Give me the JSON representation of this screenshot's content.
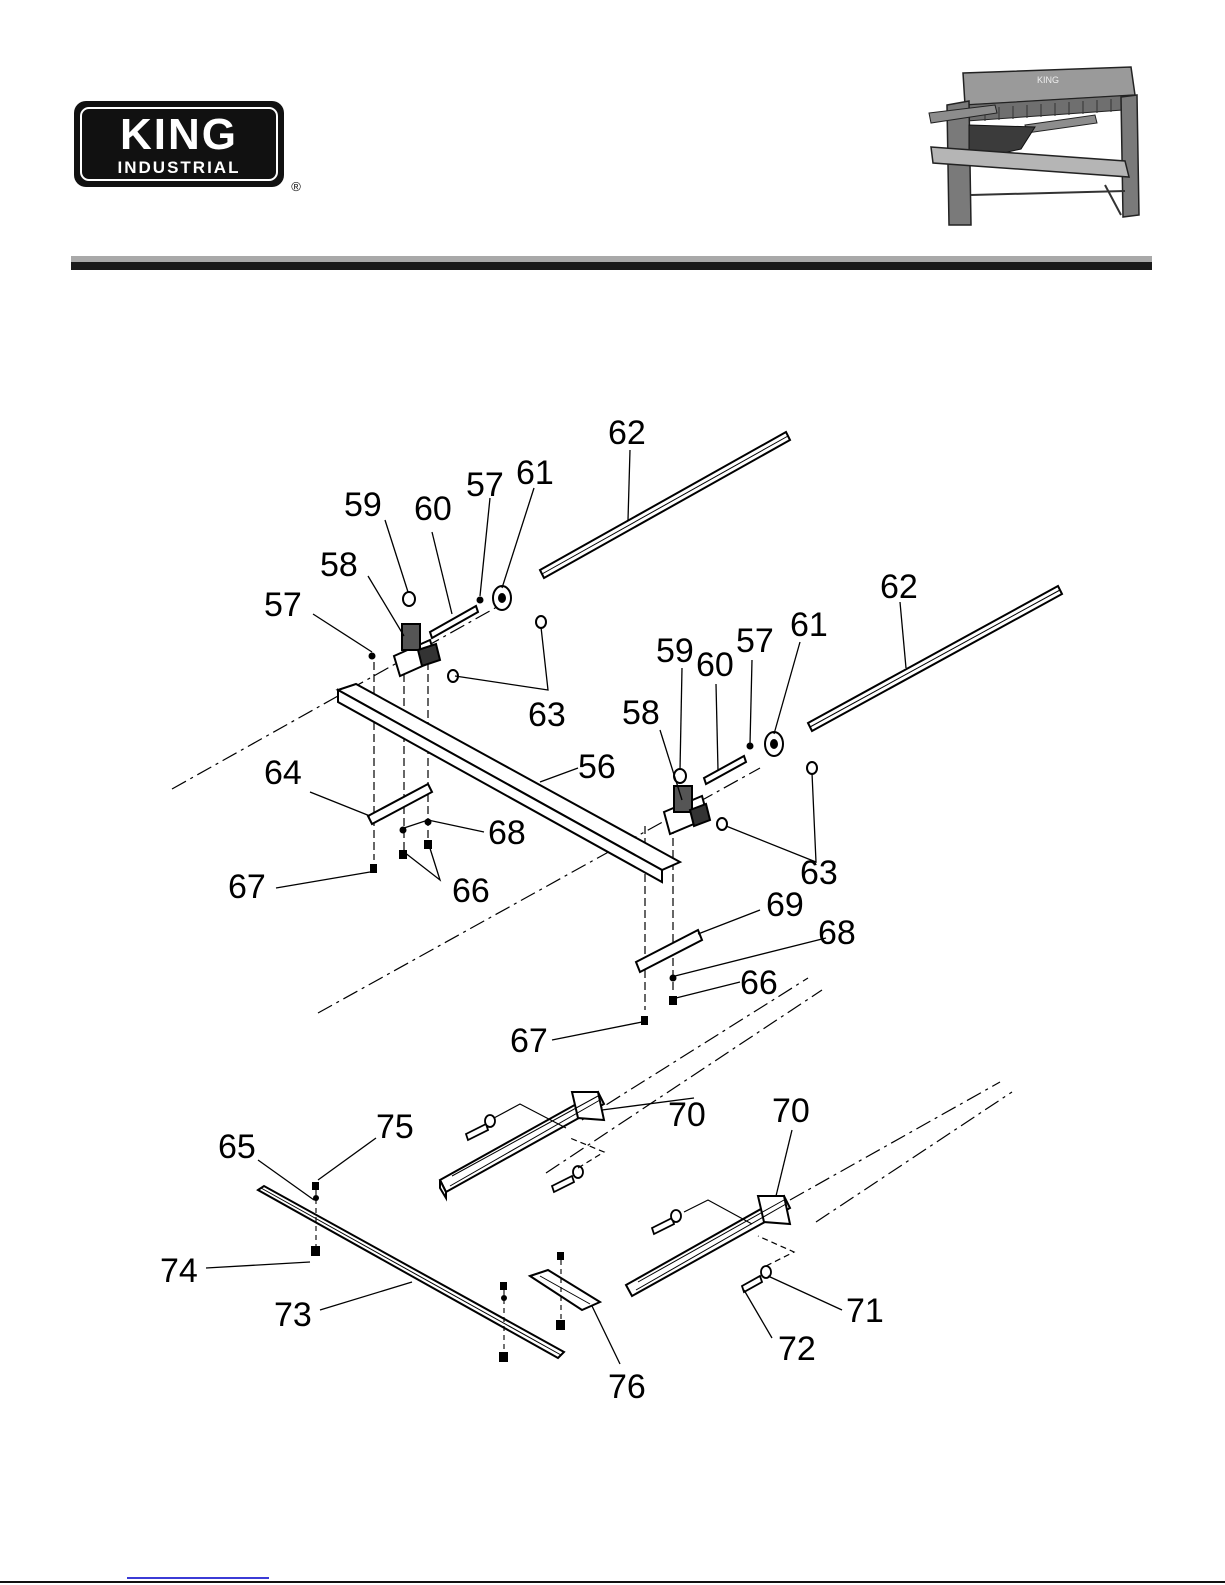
{
  "logo": {
    "brand": "KING",
    "sub": "INDUSTRIAL",
    "registered": "®",
    "colors": {
      "badge": "#111111",
      "text": "#ffffff"
    }
  },
  "photo": {
    "icon": "foot-shear-machine-photo",
    "nameplate": "KING"
  },
  "callouts": [
    {
      "id": "c62a",
      "label": "62"
    },
    {
      "id": "c59a",
      "label": "59"
    },
    {
      "id": "c60a",
      "label": "60"
    },
    {
      "id": "c57a",
      "label": "57"
    },
    {
      "id": "c61a",
      "label": "61"
    },
    {
      "id": "c58a",
      "label": "58"
    },
    {
      "id": "c57b",
      "label": "57"
    },
    {
      "id": "c63a",
      "label": "63"
    },
    {
      "id": "c62b",
      "label": "62"
    },
    {
      "id": "c59b",
      "label": "59"
    },
    {
      "id": "c60b",
      "label": "60"
    },
    {
      "id": "c57c",
      "label": "57"
    },
    {
      "id": "c61b",
      "label": "61"
    },
    {
      "id": "c58b",
      "label": "58"
    },
    {
      "id": "c64",
      "label": "64"
    },
    {
      "id": "c56",
      "label": "56"
    },
    {
      "id": "c68a",
      "label": "68"
    },
    {
      "id": "c66a",
      "label": "66"
    },
    {
      "id": "c67a",
      "label": "67"
    },
    {
      "id": "c63b",
      "label": "63"
    },
    {
      "id": "c69",
      "label": "69"
    },
    {
      "id": "c68b",
      "label": "68"
    },
    {
      "id": "c66b",
      "label": "66"
    },
    {
      "id": "c67b",
      "label": "67"
    },
    {
      "id": "c70a",
      "label": "70"
    },
    {
      "id": "c70b",
      "label": "70"
    },
    {
      "id": "c75",
      "label": "75"
    },
    {
      "id": "c65",
      "label": "65"
    },
    {
      "id": "c74",
      "label": "74"
    },
    {
      "id": "c73",
      "label": "73"
    },
    {
      "id": "c71",
      "label": "71"
    },
    {
      "id": "c72",
      "label": "72"
    },
    {
      "id": "c76",
      "label": "76"
    }
  ]
}
